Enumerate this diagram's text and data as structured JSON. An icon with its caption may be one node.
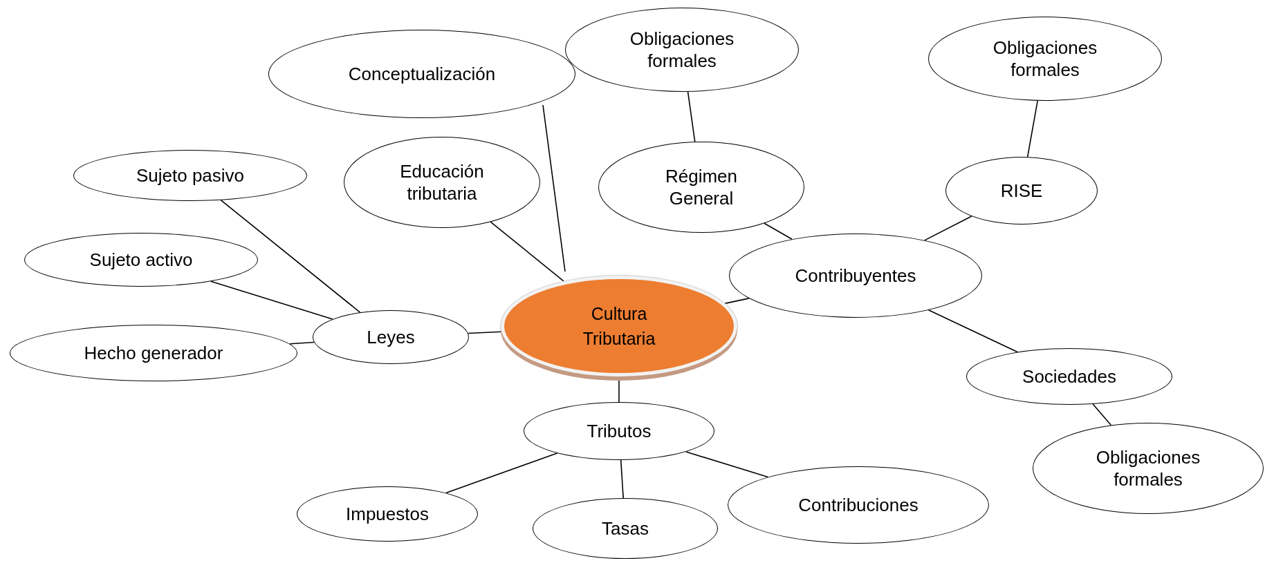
{
  "diagram": {
    "nodes": [
      {
        "text": [
          "Cultura Tributaria"
        ]
      },
      {
        "text": [
          "Conceptualización"
        ]
      },
      {
        "text": [
          "Obligaciones formales"
        ]
      },
      {
        "text": [
          "Obligaciones formales"
        ]
      },
      {
        "text": [
          "Sujeto pasivo"
        ]
      },
      {
        "text": [
          "Educación tributaria"
        ]
      },
      {
        "text": [
          "Régimen General"
        ]
      },
      {
        "text": [
          "RISE"
        ]
      },
      {
        "text": [
          "Sujeto activo"
        ]
      },
      {
        "text": [
          "Contribuyentes"
        ]
      },
      {
        "text": [
          "Leyes"
        ]
      },
      {
        "text": [
          "Hecho generador"
        ]
      },
      {
        "text": [
          "Tributos"
        ]
      },
      {
        "text": [
          "Sociedades"
        ]
      },
      {
        "text": [
          "Impuestos"
        ]
      },
      {
        "text": [
          "Tasas"
        ]
      },
      {
        "text": [
          "Contribuciones"
        ]
      },
      {
        "text": [
          "Obligaciones formales"
        ]
      }
    ],
    "edges": [
      {
        "from": 0,
        "to": 1,
        "arrow": "none"
      },
      {
        "from": 0,
        "to": 5,
        "arrow": "none"
      },
      {
        "from": 0,
        "to": 9,
        "arrow": "none"
      },
      {
        "from": 0,
        "to": 10,
        "arrow": "none"
      },
      {
        "from": 0,
        "to": 12,
        "arrow": "none"
      },
      {
        "from": 6,
        "to": 2,
        "arrow": "none"
      },
      {
        "from": 9,
        "to": 6,
        "arrow": "none"
      },
      {
        "from": 9,
        "to": 7,
        "arrow": "none"
      },
      {
        "from": 7,
        "to": 3,
        "arrow": "none"
      },
      {
        "from": 9,
        "to": 13,
        "arrow": "none"
      },
      {
        "from": 13,
        "to": 17,
        "arrow": "none"
      },
      {
        "from": 10,
        "to": 4,
        "arrow": "none"
      },
      {
        "from": 10,
        "to": 8,
        "arrow": "none"
      },
      {
        "from": 10,
        "to": 11,
        "arrow": "none"
      },
      {
        "from": 12,
        "to": 14,
        "arrow": "none"
      },
      {
        "from": 12,
        "to": 15,
        "arrow": "none"
      },
      {
        "from": 12,
        "to": 16,
        "arrow": "none"
      }
    ]
  }
}
